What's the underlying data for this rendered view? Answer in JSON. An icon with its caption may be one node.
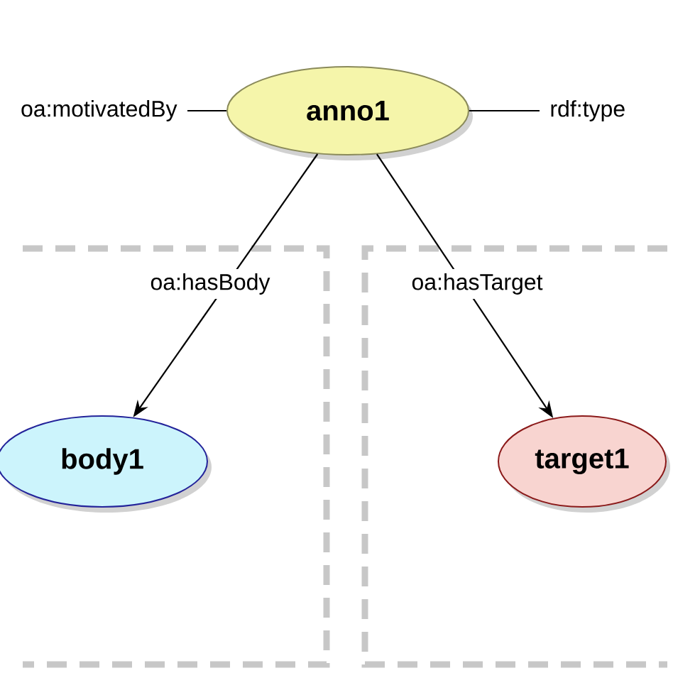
{
  "diagram": {
    "nodes": [
      {
        "text": [
          "anno1"
        ]
      },
      {
        "text": [
          "body1"
        ]
      },
      {
        "text": [
          "target1"
        ]
      }
    ],
    "edges": [
      {
        "from": 0,
        "to": 1,
        "arrow": "to",
        "label": "oa:hasBody"
      },
      {
        "from": 0,
        "to": 2,
        "arrow": "to",
        "label": "oa:hasTarget"
      },
      {
        "from": 0,
        "to": null,
        "arrow": "none",
        "label": "oa:motivatedBy"
      },
      {
        "from": 0,
        "to": null,
        "arrow": "none",
        "label": "rdf:type"
      }
    ]
  }
}
